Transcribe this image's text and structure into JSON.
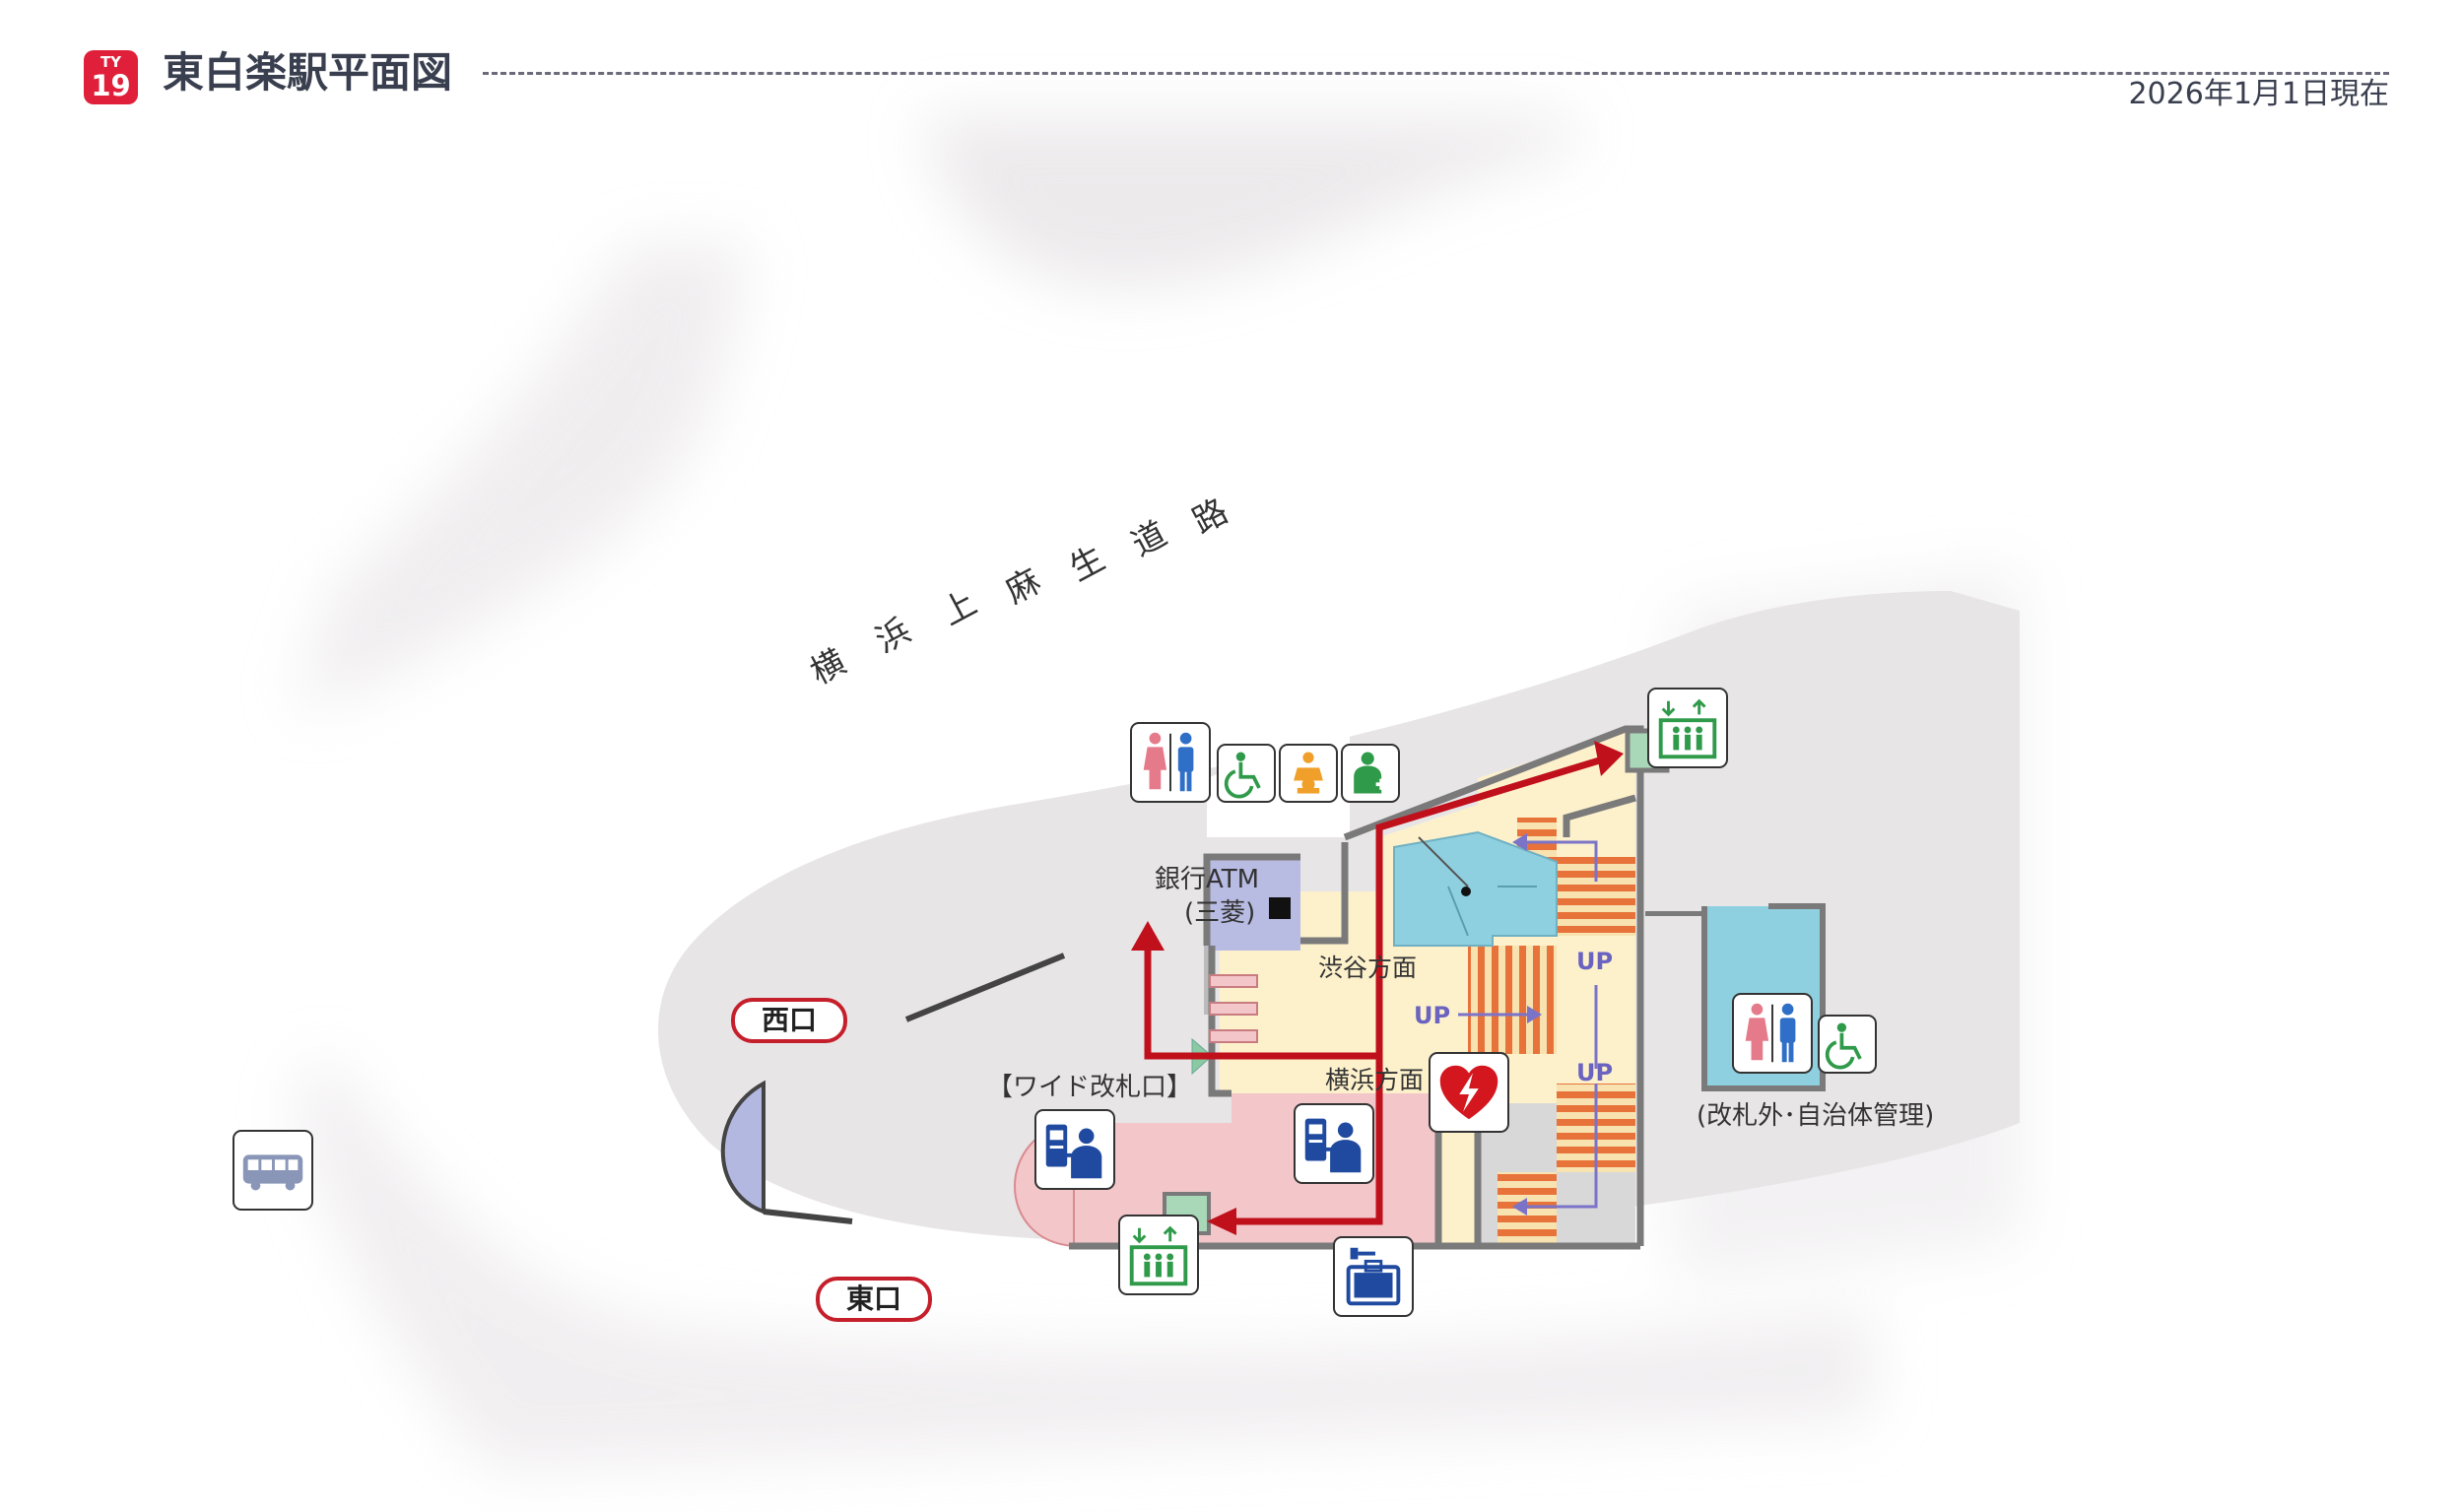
{
  "header": {
    "badge_line": "TY",
    "badge_number": "19",
    "title": "東白楽駅平面図",
    "date": "2026年1月1日現在"
  },
  "map": {
    "road_name": [
      "横",
      "浜",
      "上",
      "麻",
      "生",
      "道",
      "路"
    ],
    "labels": {
      "atm_line1": "銀行ATM",
      "atm_line2": "(三菱)",
      "shibuya": "渋谷方面",
      "yokohama": "横浜方面",
      "wide_gate": "【ワイド改札口】",
      "outside_note": "(改札外･自治体管理)",
      "up1": "UP",
      "up2": "UP",
      "up3": "UP"
    },
    "exits": {
      "west": "西口",
      "east": "東口"
    },
    "colors": {
      "route_red": "#c0101c",
      "platform_yellow": "#fdf1cc",
      "stairs_orange": "#e8733a",
      "ticket_pink": "#f3c6c9",
      "water_blue": "#8fd0e0",
      "wall_gray": "#7a7a7a"
    }
  }
}
